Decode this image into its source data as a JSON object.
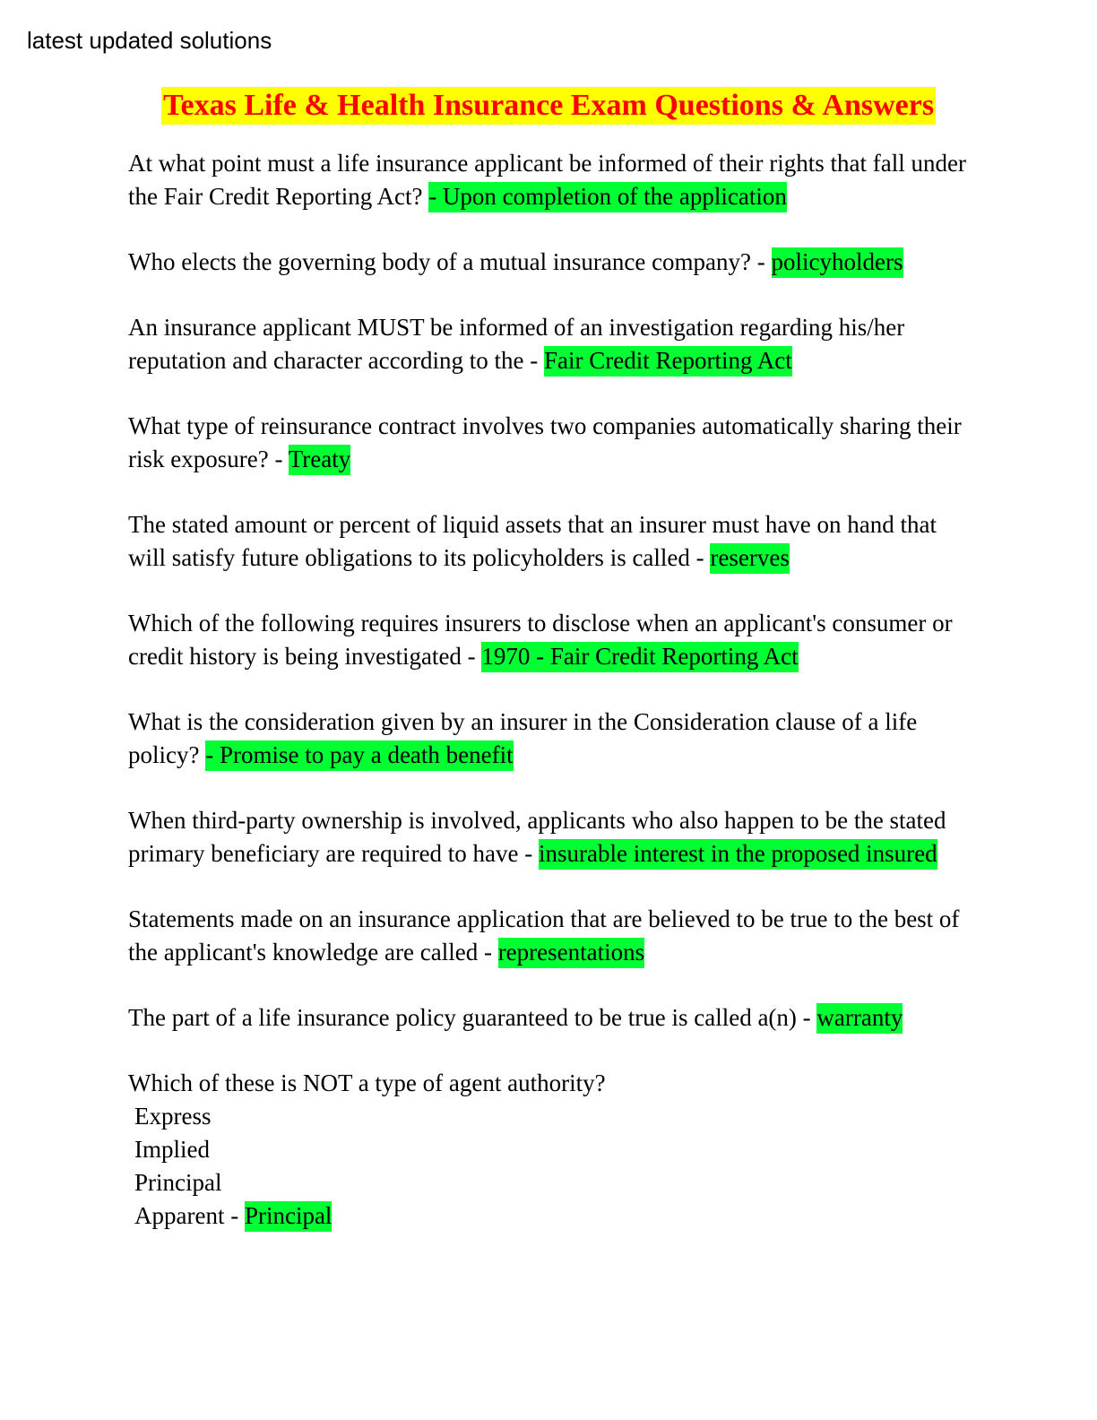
{
  "header_note": "latest updated solutions",
  "title": "Texas Life & Health Insurance Exam Questions & Answers",
  "qa": [
    {
      "q": "At what point must a life insurance applicant be informed of their rights that fall under the Fair Credit Reporting Act? ",
      "a": "- Upon completion of the application"
    },
    {
      "q": "Who elects the governing body of a mutual insurance company? - ",
      "a": "policyholders"
    },
    {
      "q": "An insurance applicant MUST be informed of an investigation regarding his/her reputation and character according to the - ",
      "a": "Fair Credit Reporting Act"
    },
    {
      "q": "What type of reinsurance contract involves two companies automatically sharing their risk exposure? - ",
      "a": "Treaty"
    },
    {
      "q": "The stated amount or percent of liquid assets that an insurer must have on hand that will satisfy future obligations to its policyholders is called - ",
      "a": "reserves"
    },
    {
      "q": "Which of the following requires insurers to disclose when an applicant's consumer or credit history is being investigated - ",
      "a": "1970 - Fair Credit Reporting Act"
    },
    {
      "q": "What is the consideration given by an insurer in the Consideration clause of a life policy? ",
      "a": "- Promise to pay a death benefit"
    },
    {
      "q": "When third-party ownership is involved, applicants who also happen to be the stated primary beneficiary are required to have - ",
      "a": "insurable interest in the proposed insured"
    },
    {
      "q": "Statements made on an insurance application that are believed to be true to the best of the applicant's knowledge are called - ",
      "a": "representations"
    },
    {
      "q": "The part of a life insurance policy guaranteed to be true is called a(n) - ",
      "a": "warranty"
    }
  ],
  "last_question": {
    "q": "Which of these is NOT a type of agent authority?",
    "options": [
      "Express",
      "Implied",
      "Principal"
    ],
    "last_option": "Apparent - ",
    "answer": "Principal"
  }
}
